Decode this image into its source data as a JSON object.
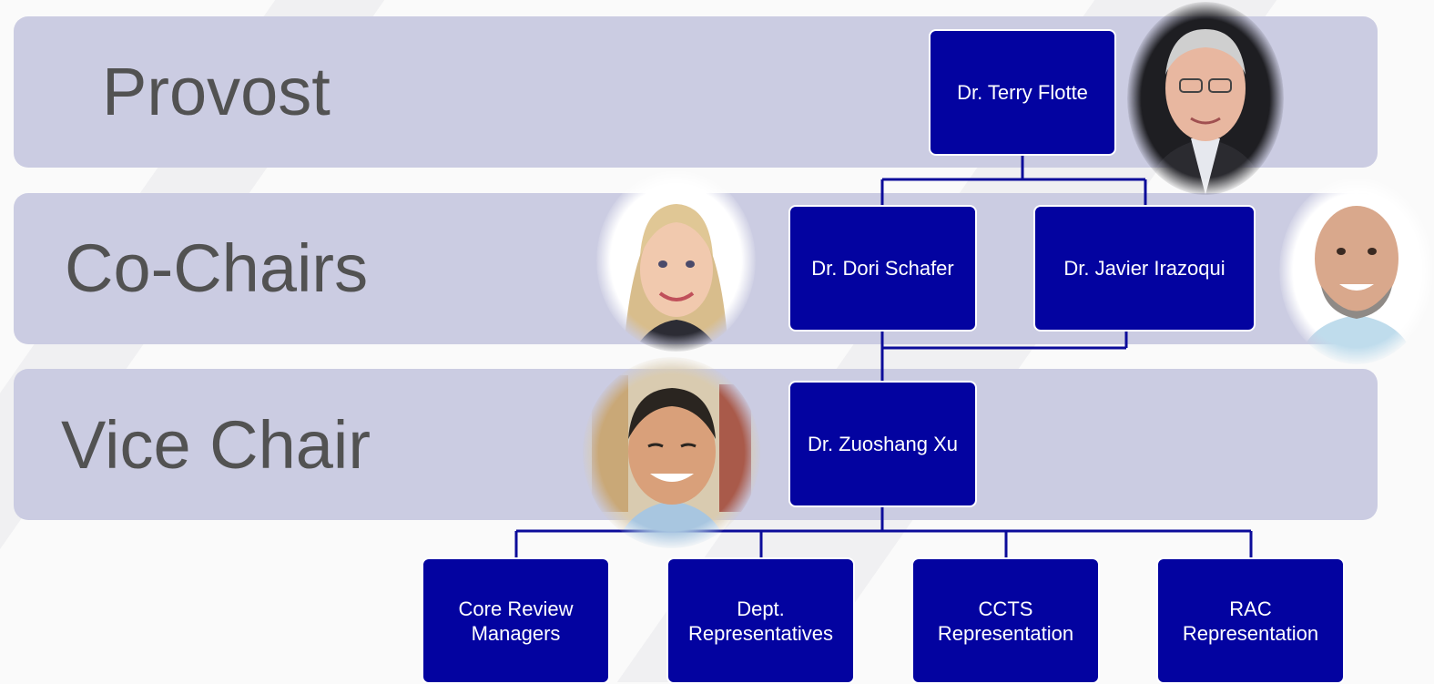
{
  "bands": {
    "provost": "Provost",
    "co_chairs": "Co-Chairs",
    "vice_chair": "Vice Chair"
  },
  "nodes": {
    "provost": "Dr. Terry Flotte",
    "co_chair_1": "Dr. Dori Schafer",
    "co_chair_2": "Dr. Javier Irazoqui",
    "vice_chair": "Dr. Zuoshang Xu",
    "core_review_line1": "Core Review",
    "core_review_line2": "Managers",
    "dept_line1": "Dept.",
    "dept_line2": "Representatives",
    "ccts_line1": "CCTS",
    "ccts_line2": "Representation",
    "rac_line1": "RAC",
    "rac_line2": "Representation"
  },
  "colors": {
    "node_fill": "#0303a0",
    "band_fill": "#cbcce2",
    "connector": "#0c0c9a",
    "label_text": "#525252"
  }
}
